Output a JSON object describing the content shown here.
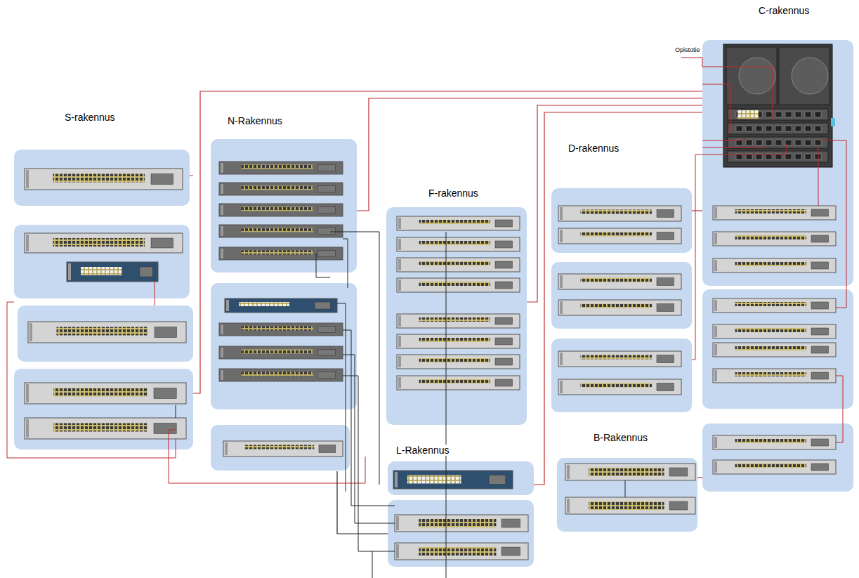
{
  "diagram": {
    "nodes": [
      {
        "text": [
          "S-rakennus"
        ]
      },
      {
        "text": [
          "N-Rakennus"
        ]
      },
      {
        "text": [
          "F-rakennus"
        ]
      },
      {
        "text": [
          "L-Rakennus"
        ]
      },
      {
        "text": [
          "D-rakennus"
        ]
      },
      {
        "text": [
          "B-Rakennus"
        ]
      },
      {
        "text": [
          "C-rakennus"
        ]
      }
    ],
    "edges": [
      {
        "from": 0,
        "to": 6,
        "arrow": "none"
      },
      {
        "from": 1,
        "to": 6,
        "arrow": "none"
      },
      {
        "from": 2,
        "to": 6,
        "arrow": "none"
      },
      {
        "from": 3,
        "to": 6,
        "arrow": "none"
      },
      {
        "from": 4,
        "to": 6,
        "arrow": "none"
      },
      {
        "from": 5,
        "to": 6,
        "arrow": "none"
      },
      {
        "from": 1,
        "to": 3,
        "arrow": "none"
      }
    ],
    "labels": [
      "Opistotie"
    ]
  }
}
